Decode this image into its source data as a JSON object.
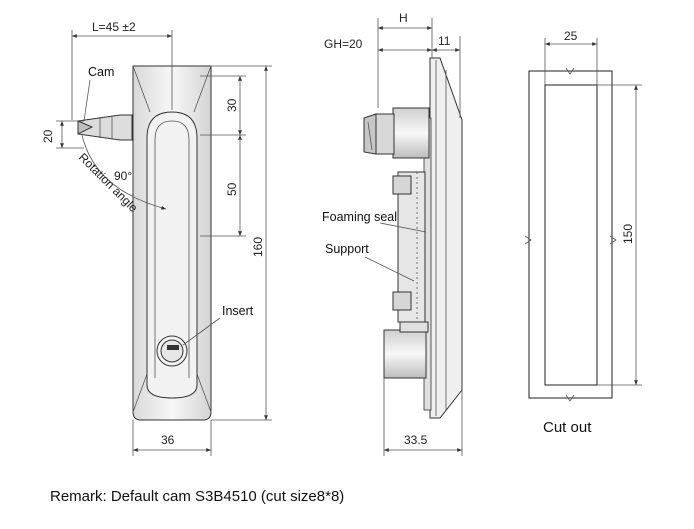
{
  "front_view": {
    "dim_length": "L=45 ±2",
    "dim_30": "30",
    "dim_50": "50",
    "dim_160": "160",
    "dim_20": "20",
    "dim_36": "36",
    "angle": "90°",
    "label_cam": "Cam",
    "label_rotation": "Rotation angle",
    "label_insert": "Insert"
  },
  "side_view": {
    "dim_h": "H",
    "dim_gh": "GH=20",
    "dim_11": "11",
    "dim_33_5": "33.5",
    "label_foaming_seal": "Foaming seal",
    "label_support": "Support"
  },
  "cutout_view": {
    "dim_25": "25",
    "dim_150": "150",
    "title": "Cut out"
  },
  "remark": "Remark: Default cam S3B4510 (cut size8*8)",
  "colors": {
    "body_fill": "#e9e9e9",
    "handle_fill": "#f4f4f4",
    "line": "#333333",
    "dim_line": "#555555"
  }
}
